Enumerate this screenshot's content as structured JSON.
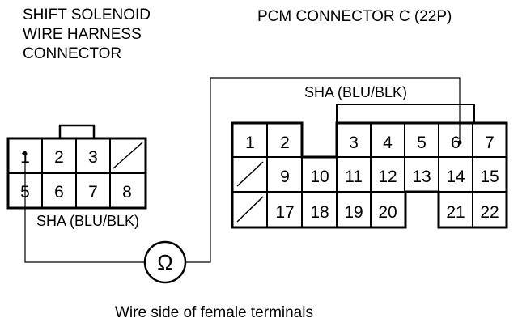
{
  "left_connector": {
    "title_lines": [
      "SHIFT SOLENOID",
      "WIRE HARNESS",
      "CONNECTOR"
    ],
    "pins_row1": [
      "1",
      "2",
      "3"
    ],
    "pins_row2": [
      "5",
      "6",
      "7",
      "8"
    ],
    "wire_label": "SHA (BLU/BLK)"
  },
  "right_connector": {
    "title": "PCM CONNECTOR C (22P)",
    "wire_label": "SHA (BLU/BLK)",
    "pins_row1a": [
      "1",
      "2"
    ],
    "pins_row1b": [
      "3",
      "4",
      "5",
      "6",
      "7"
    ],
    "pins_row2": [
      "9",
      "10",
      "11",
      "12",
      "13",
      "14",
      "15"
    ],
    "pins_row3a": [
      "17",
      "18",
      "19",
      "20"
    ],
    "pins_row3b": [
      "21",
      "22"
    ]
  },
  "meter": {
    "symbol": "Ω",
    "icon": "ohmmeter-icon"
  },
  "caption": "Wire side of female terminals"
}
